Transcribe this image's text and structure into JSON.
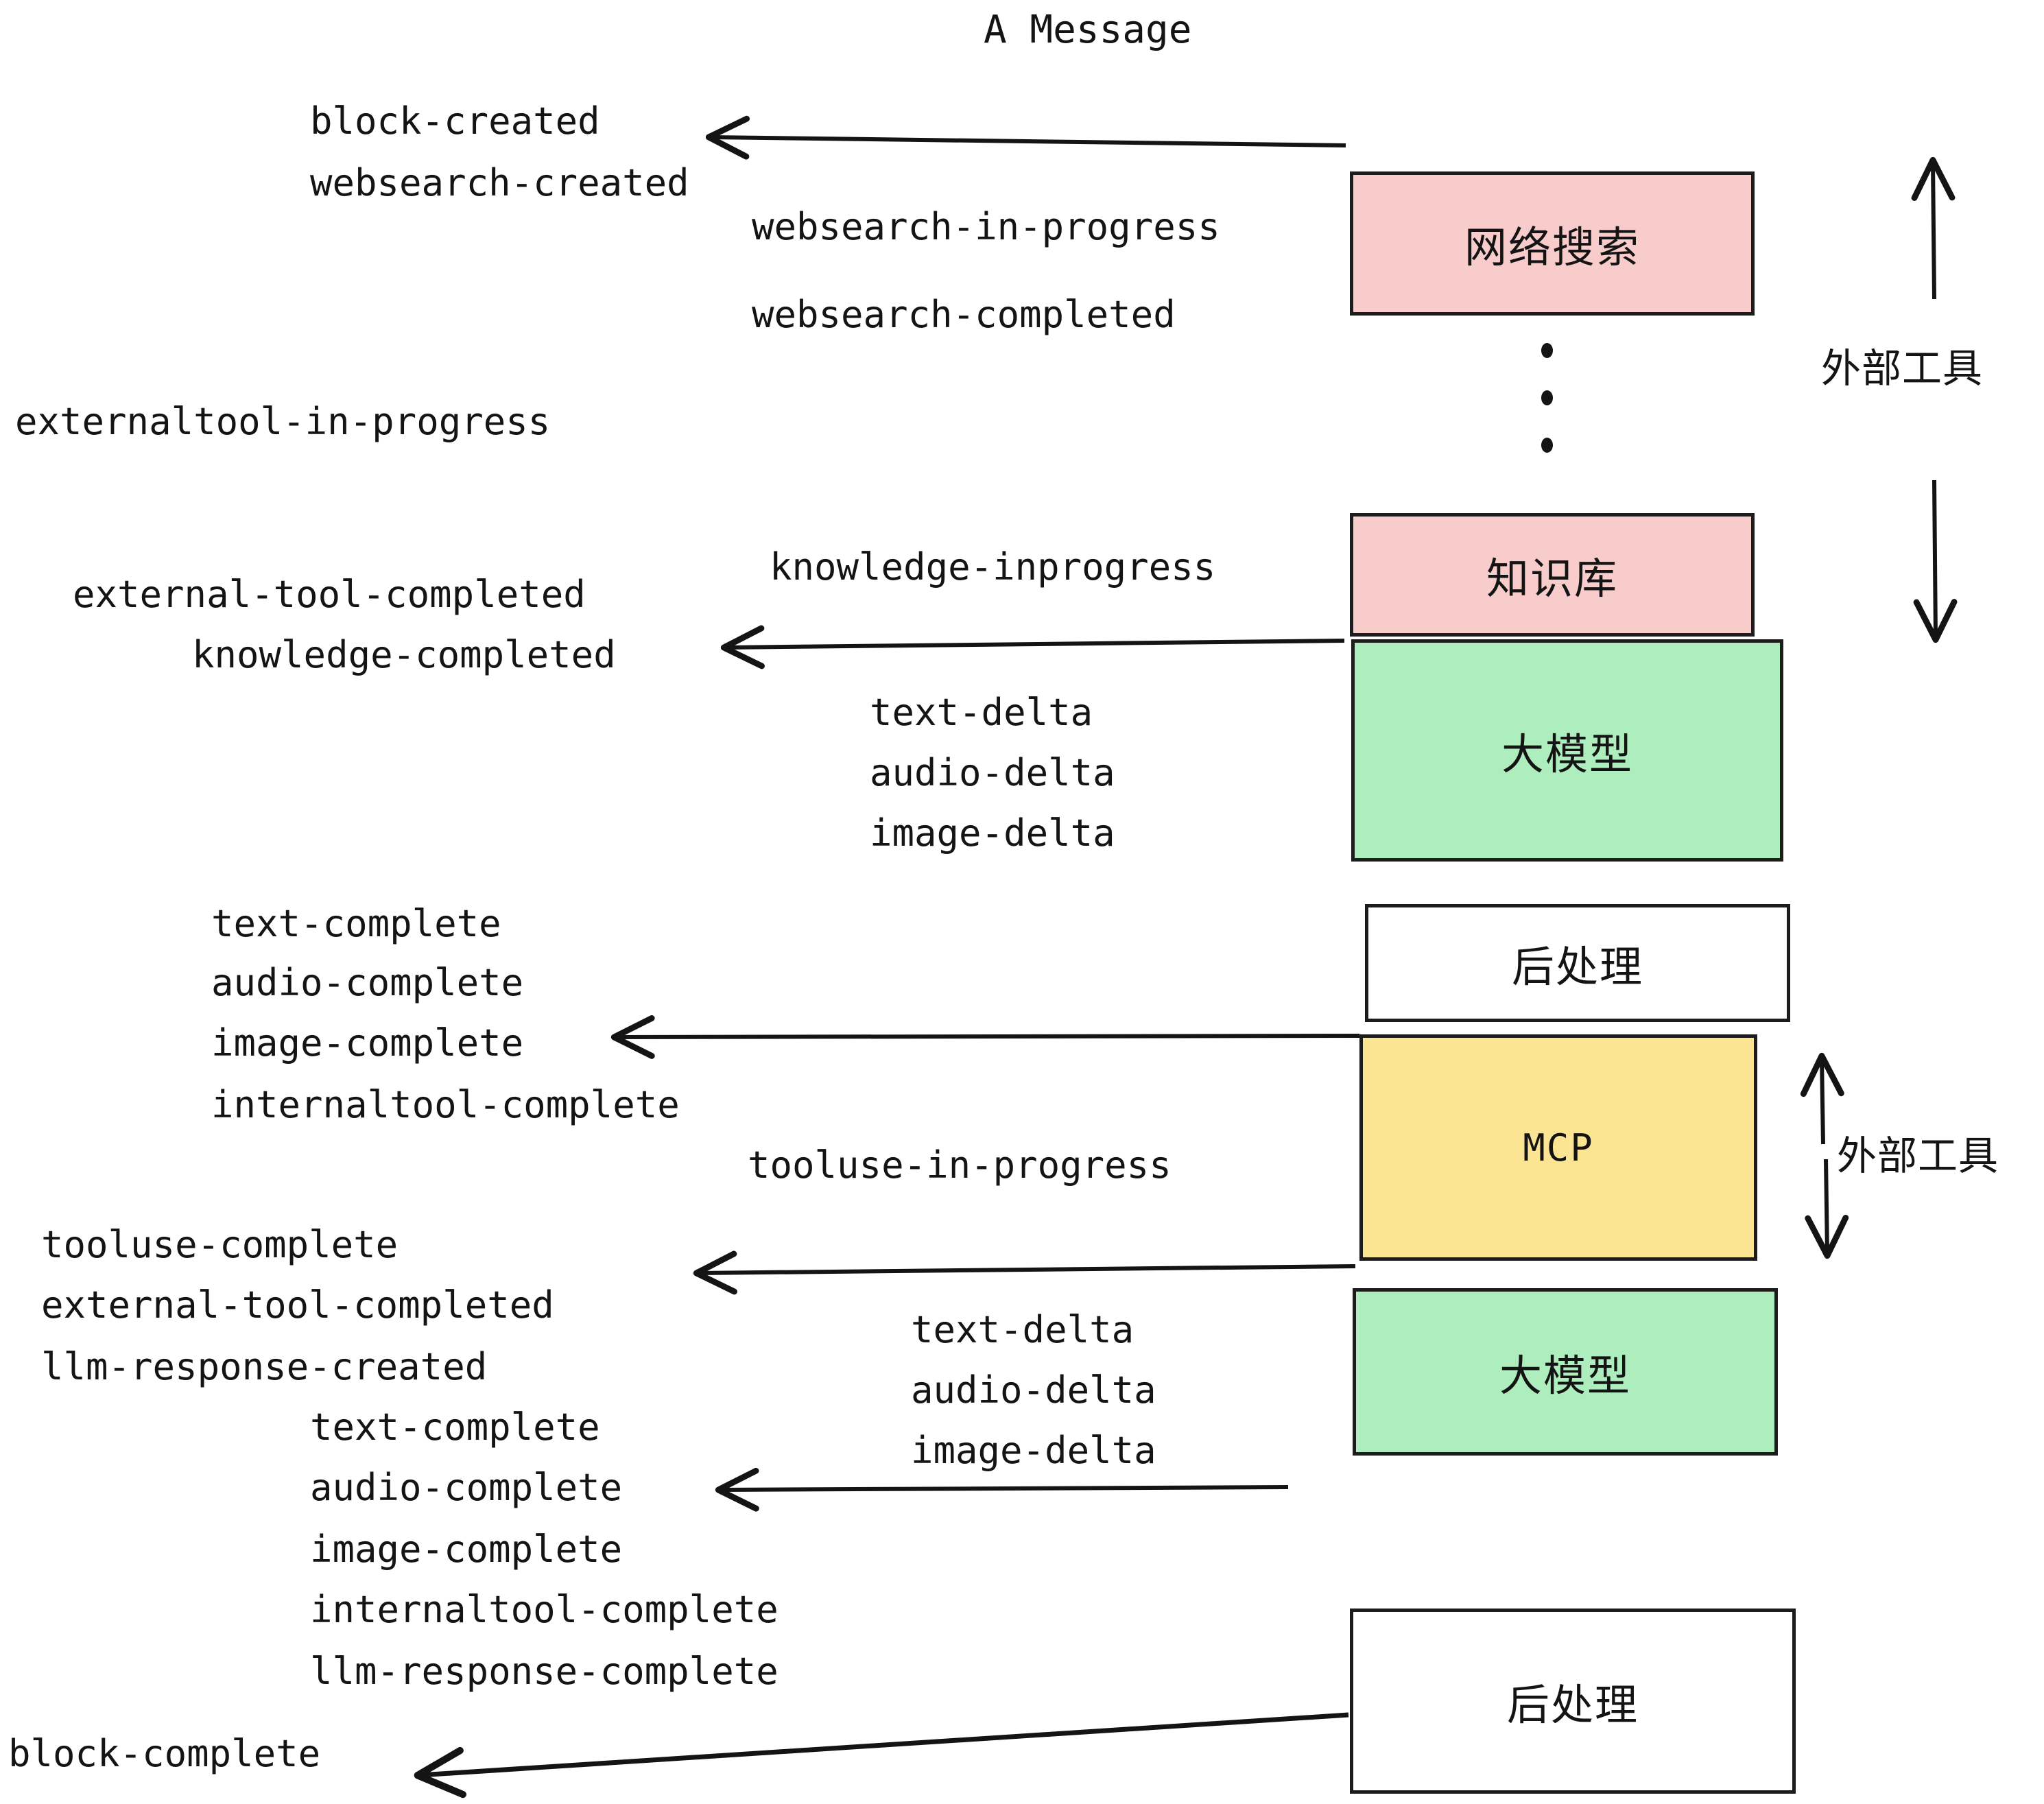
{
  "title": "A Message",
  "colors": {
    "pink": "#F9CCCC",
    "green": "#AEEDBE",
    "yellow": "#FBE492",
    "white": "#FFFFFF",
    "stroke": "#1C1C1C",
    "text": "#141414"
  },
  "boxes": [
    {
      "id": "websearch",
      "label": "网络搜索",
      "fill": "pink"
    },
    {
      "id": "knowledge",
      "label": "知识库",
      "fill": "pink"
    },
    {
      "id": "llm-top",
      "label": "大模型",
      "fill": "green"
    },
    {
      "id": "postprocess-top",
      "label": "后处理",
      "fill": "white"
    },
    {
      "id": "mcp",
      "label": "MCP",
      "fill": "yellow"
    },
    {
      "id": "llm-bottom",
      "label": "大模型",
      "fill": "green"
    },
    {
      "id": "postprocess-bot",
      "label": "后处理",
      "fill": "white"
    }
  ],
  "side_labels": [
    {
      "id": "external-tools-top",
      "label": "外部工具"
    },
    {
      "id": "external-tools-bottom",
      "label": "外部工具"
    }
  ],
  "events": {
    "block_created": "block-created",
    "websearch_created": "websearch-created",
    "websearch_in_progress": "websearch-in-progress",
    "websearch_completed": "websearch-completed",
    "externaltool_in_progress": "externaltool-in-progress",
    "knowledge_inprogress": "knowledge-inprogress",
    "external_tool_completed_1": "external-tool-completed",
    "knowledge_completed": "knowledge-completed",
    "text_delta_1": "text-delta",
    "audio_delta_1": "audio-delta",
    "image_delta_1": "image-delta",
    "text_complete_1": "text-complete",
    "audio_complete_1": "audio-complete",
    "image_complete_1": "image-complete",
    "internaltool_complete_1": "internaltool-complete",
    "tooluse_in_progress": "tooluse-in-progress",
    "tooluse_complete": "tooluse-complete",
    "external_tool_completed_2": "external-tool-completed",
    "llm_response_created": "llm-response-created",
    "text_delta_2": "text-delta",
    "audio_delta_2": "audio-delta",
    "image_delta_2": "image-delta",
    "text_complete_2": "text-complete",
    "audio_complete_2": "audio-complete",
    "image_complete_2": "image-complete",
    "internaltool_complete_2": "internaltool-complete",
    "llm_response_complete": "llm-response-complete",
    "block_complete": "block-complete"
  }
}
